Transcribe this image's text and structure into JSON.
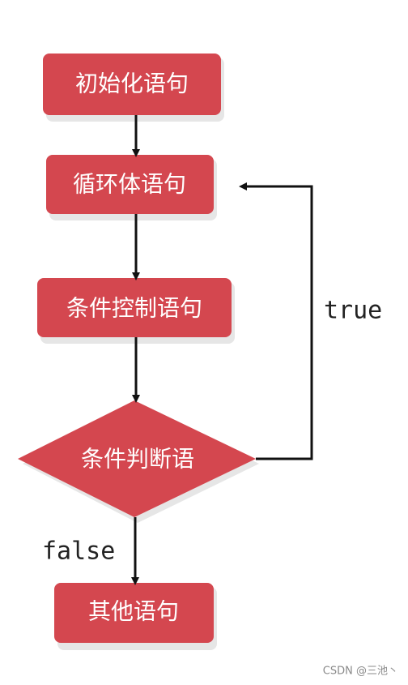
{
  "nodes": {
    "init": "初始化语句",
    "loop_body": "循环体语句",
    "control": "条件控制语句",
    "condition": "条件判断语",
    "other": "其他语句"
  },
  "edges": {
    "true_label": "true",
    "false_label": "false"
  },
  "colors": {
    "node_fill": "#d4474f",
    "node_shadow": "#e3e3e3",
    "arrow": "#111111"
  },
  "watermark": "CSDN @三池丶"
}
